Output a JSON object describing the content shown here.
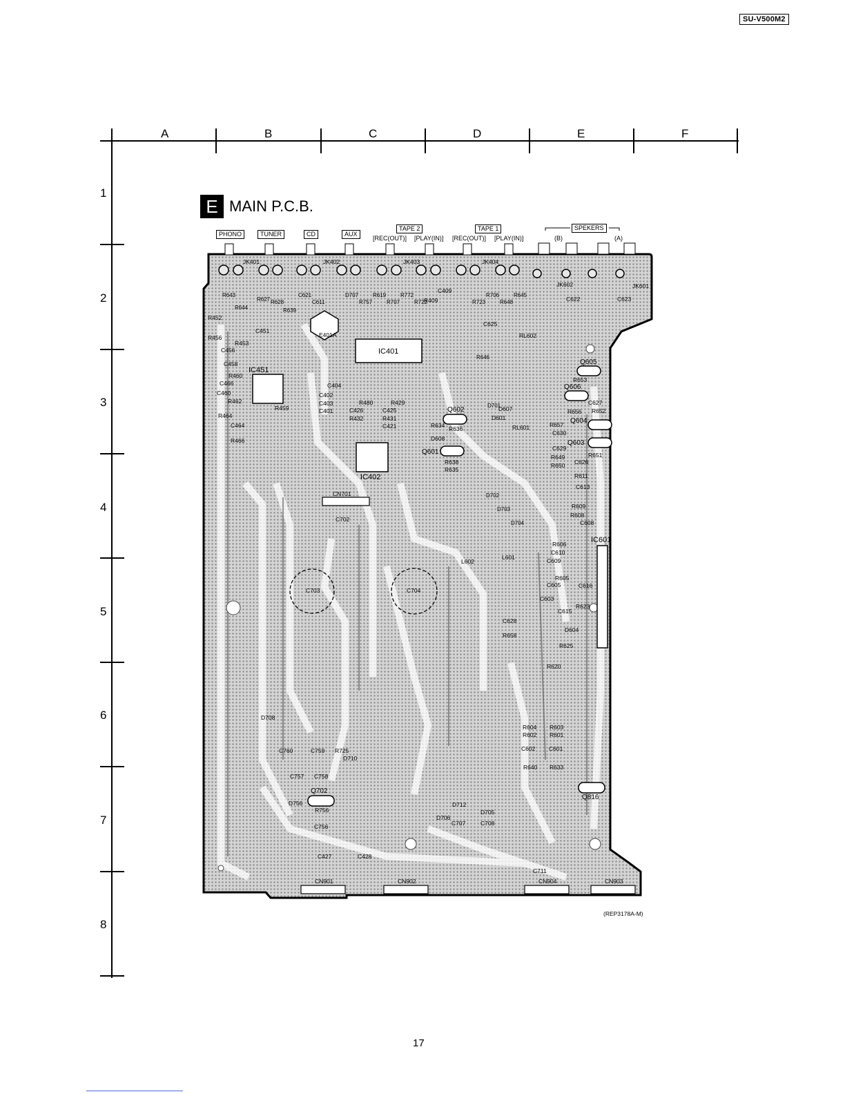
{
  "model": "SU-V500M2",
  "grid": {
    "columns": [
      "A",
      "B",
      "C",
      "D",
      "E",
      "F"
    ],
    "rows": [
      "1",
      "2",
      "3",
      "4",
      "5",
      "6",
      "7",
      "8"
    ]
  },
  "board": {
    "letter": "E",
    "title": "MAIN P.C.B.",
    "revision": "(REP3178A-M)"
  },
  "jacks": {
    "phono": "PHONO",
    "tuner": "TUNER",
    "cd": "CD",
    "aux": "AUX",
    "tape2": "TAPE 2",
    "tape2_rec": "[REC(OUT)]",
    "tape2_play": "[PLAY(IN)]",
    "tape1": "TAPE 1",
    "tape1_rec": "[REC(OUT)]",
    "tape1_play": "[PLAY(IN)]",
    "speakers": "SPEKERS",
    "spk_b": "(B)",
    "spk_a": "(A)"
  },
  "components": {
    "jk401": "JK401",
    "jk402": "JK402",
    "jk403": "JK403",
    "jk404": "JK404",
    "jk602": "JK602",
    "jk601": "JK601",
    "ic401": "IC401",
    "ic402": "IC402",
    "ic451": "IC451",
    "ic601": "IC601",
    "cn701": "CN701",
    "cn901": "CN901",
    "cn902": "CN902",
    "cn904": "CN904",
    "cn903": "CN903",
    "c703": "C703",
    "c704": "C704",
    "q605": "Q605",
    "q606": "Q606",
    "q604": "Q604",
    "q603": "Q603",
    "q602": "Q602",
    "q601": "Q601",
    "q702": "Q702",
    "q816": "Q816",
    "rl602": "RL602",
    "rl601": "RL601",
    "l601": "L601",
    "r452": "R452",
    "r456": "R456",
    "r459": "R459",
    "r460": "R460",
    "r462": "R462",
    "r464": "R464",
    "r466": "R466",
    "r453": "R453",
    "c451": "C451",
    "c456": "C456",
    "c458": "C458",
    "c466": "C466",
    "c460": "C460",
    "c464": "C464",
    "c404": "C404",
    "c403": "C403",
    "c401": "C401",
    "c402": "C402",
    "c426": "C426",
    "c425": "C425",
    "c421": "C421",
    "r480": "R480",
    "r429": "R429",
    "r431": "R431",
    "r432": "R432",
    "e401a": "E401A",
    "c409": "C409",
    "r409": "R409",
    "c625": "C625",
    "c702": "C702",
    "c627": "C627",
    "r652": "R652",
    "r653": "R653",
    "r656": "R656",
    "r657": "R657",
    "c630": "C630",
    "c629": "C629",
    "r649": "R649",
    "r650": "R650",
    "r651": "R651",
    "c626": "C626",
    "r611": "R611",
    "c613": "C613",
    "r609": "R609",
    "r608": "R608",
    "c608": "C608",
    "r606": "R606",
    "c610": "C610",
    "c609": "C609",
    "r605": "R605",
    "c616": "C616",
    "c605": "C605",
    "c603": "C603",
    "r623": "R623",
    "c615": "C615",
    "d604": "D604",
    "r625": "R625",
    "r620": "R620",
    "r643": "R643",
    "r644": "R644",
    "r603": "R603",
    "r601": "R601",
    "r604": "R604",
    "r602": "R602",
    "c602": "C602",
    "c601": "C601",
    "r640": "R640",
    "r633": "R633",
    "c628": "C628",
    "r658": "R658",
    "r627": "R627",
    "r628": "R628",
    "d608": "D608",
    "d601": "D601",
    "d607": "D607",
    "r634": "R634",
    "r636": "R636",
    "r638": "R638",
    "r635": "R635",
    "r639": "R639",
    "c622": "C622",
    "c623": "C623",
    "c621": "C621",
    "c611": "C611",
    "l602": "L602",
    "d708": "D708",
    "d707": "D707",
    "c760": "C760",
    "c759": "C759",
    "r725": "R725",
    "d710": "D710",
    "c757": "C757",
    "c758": "C758",
    "d756": "D756",
    "r756": "R756",
    "c756": "C756",
    "r757": "R757",
    "d712": "D712",
    "d706": "D706",
    "d705": "D705",
    "c707": "C707",
    "c708": "C708",
    "r619": "R619",
    "r707": "R707",
    "r772": "R772",
    "r722": "R722",
    "r723": "R723",
    "r706": "R706",
    "c427": "C427",
    "c428": "C428",
    "c711": "C711",
    "r648": "R648",
    "r645": "R645",
    "r646": "R646",
    "d701": "D701",
    "d702": "D702",
    "d703": "D703",
    "d704": "D704"
  },
  "page_number": "17"
}
